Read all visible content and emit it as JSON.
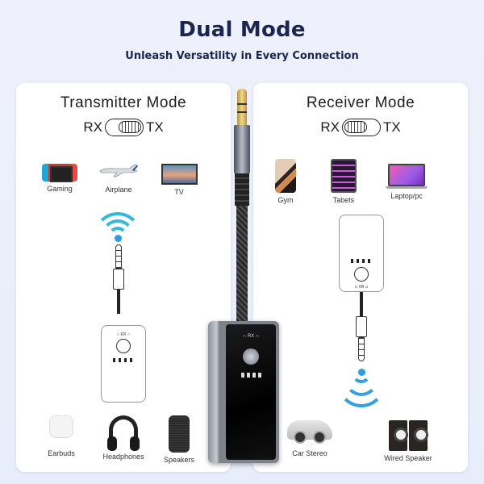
{
  "header": {
    "title": "Dual Mode",
    "subtitle": "Unleash Versatility in Every Connection"
  },
  "transmitter": {
    "title": "Transmitter Mode",
    "switch": {
      "left": "RX",
      "right": "TX",
      "position": "TX"
    },
    "sources": [
      {
        "icon": "game-console-icon",
        "label": "Gaming"
      },
      {
        "icon": "airplane-icon",
        "label": "Airplane"
      },
      {
        "icon": "tv-icon",
        "label": "TV"
      }
    ],
    "outputs": [
      {
        "icon": "earbuds-icon",
        "label": "Earbuds"
      },
      {
        "icon": "headphones-icon",
        "label": "Headphones"
      },
      {
        "icon": "speaker-icon",
        "label": "Speakers"
      }
    ],
    "device_marks": "∩ RX ∩"
  },
  "receiver": {
    "title": "Receiver Mode",
    "switch": {
      "left": "RX",
      "right": "TX",
      "position": "RX"
    },
    "sources": [
      {
        "icon": "phone-icon",
        "label": "Gym"
      },
      {
        "icon": "tablet-icon",
        "label": "Tabets"
      },
      {
        "icon": "laptop-icon",
        "label": "Laptop/pc"
      }
    ],
    "outputs": [
      {
        "icon": "car-icon",
        "label": "Car Stereo"
      },
      {
        "icon": "wired-speaker-icon",
        "label": "Wired Speaker"
      }
    ],
    "device_marks": "∪ XR ∪"
  },
  "product": {
    "marks": "∩ RX ∩"
  },
  "colors": {
    "title": "#1b2650",
    "wifi_arc": "#36b8d8",
    "wifi_dot": "#2f9be6",
    "background": "#eef1fb"
  }
}
